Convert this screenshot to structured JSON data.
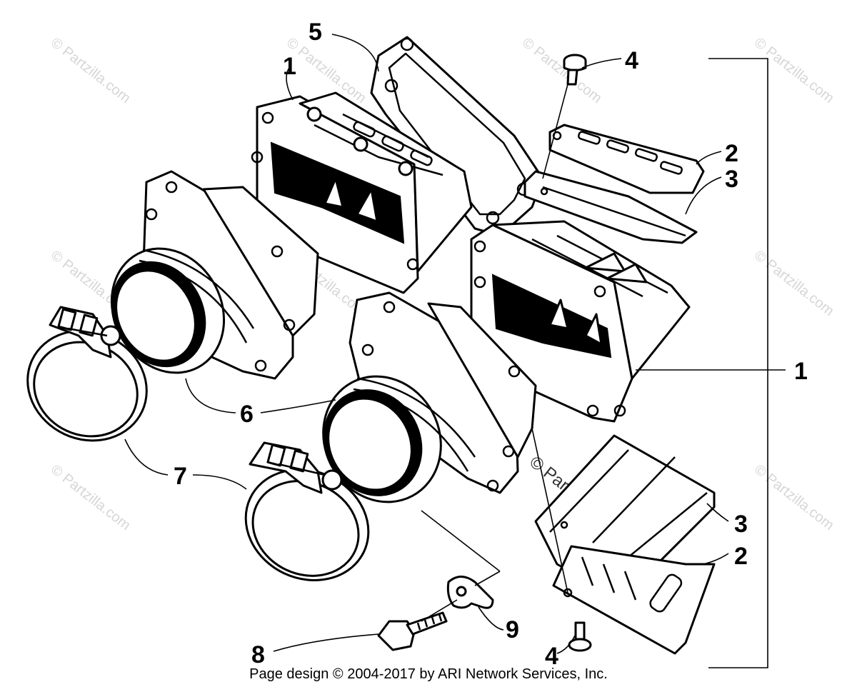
{
  "watermark_text": "© Partzilla.com",
  "credit": "Page design © 2004-2017 by ARI Network Services, Inc.",
  "callouts": {
    "c5": "5",
    "c1_top": "1",
    "c4_top": "4",
    "c2_top": "2",
    "c3_top": "3",
    "c1_right": "1",
    "c6": "6",
    "c7": "7",
    "c3_bottom": "3",
    "c2_bottom": "2",
    "c9": "9",
    "c8": "8",
    "c4_bottom": "4"
  }
}
